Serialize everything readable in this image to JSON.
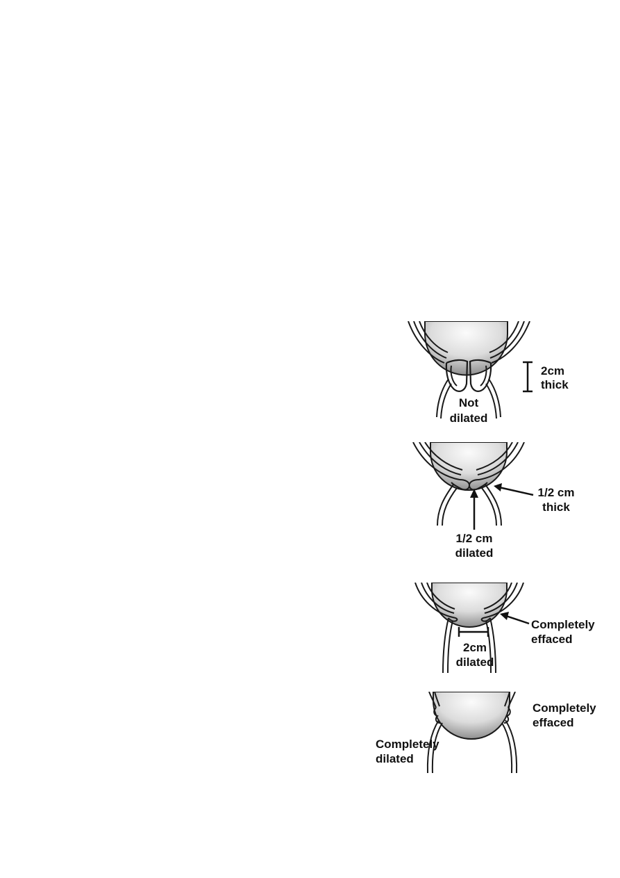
{
  "stages": [
    {
      "labels": {
        "thickness_1": "2cm",
        "thickness_2": "thick",
        "dilation_1": "Not",
        "dilation_2": "dilated"
      }
    },
    {
      "labels": {
        "thickness_1": "1/2 cm",
        "thickness_2": "thick",
        "dilation_1": "1/2 cm",
        "dilation_2": "dilated"
      }
    },
    {
      "labels": {
        "effacement_1": "Completely",
        "effacement_2": "effaced",
        "dilation_1": "2cm",
        "dilation_2": "dilated"
      }
    },
    {
      "labels": {
        "effacement_1": "Completely",
        "effacement_2": "effaced",
        "dilation_1": "Completely",
        "dilation_2": "dilated"
      }
    }
  ],
  "colors": {
    "stroke": "#1a1a1a",
    "head_light": "#f7f7f7",
    "head_dark": "#9a9a9a",
    "background": "#ffffff"
  }
}
